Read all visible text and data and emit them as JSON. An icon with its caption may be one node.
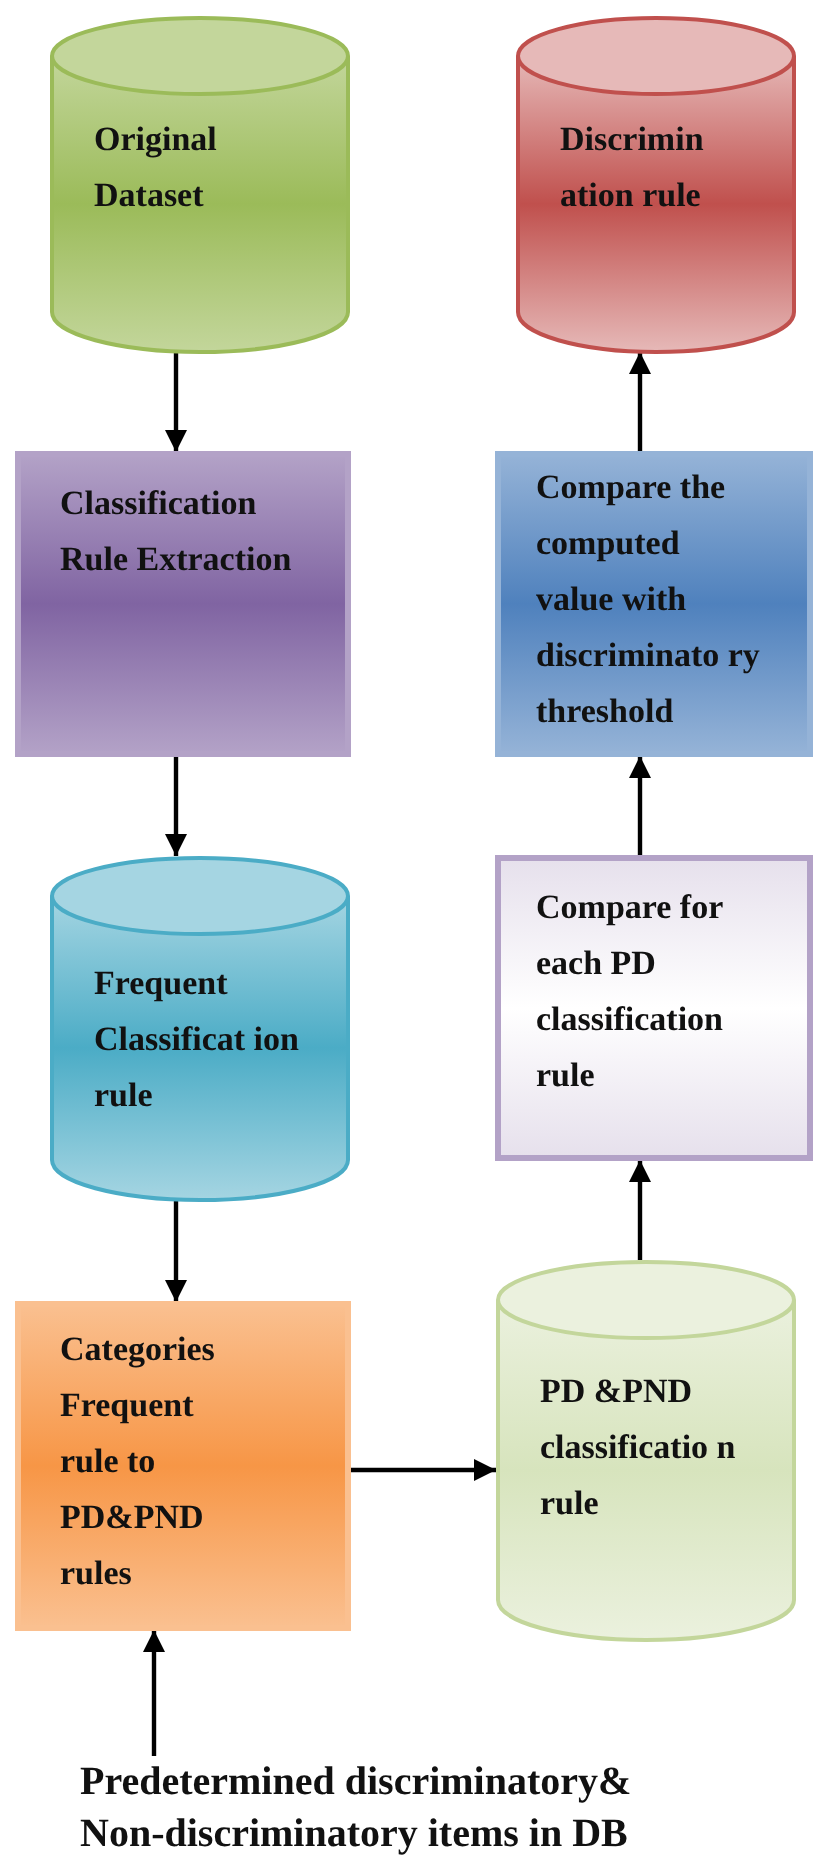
{
  "diagram": {
    "nodes": [
      {
        "text": [
          "Original Dataset"
        ]
      },
      {
        "text": [
          "Classification Rule Extraction"
        ]
      },
      {
        "text": [
          "Frequent Classificat ion rule"
        ]
      },
      {
        "text": [
          "Categories Frequent rule to PD&PND rules"
        ]
      },
      {
        "text": [
          "Predetermined discriminatory& Non-discriminatory items in DB"
        ]
      },
      {
        "text": [
          "PD &PND classificatio n rule"
        ]
      },
      {
        "text": [
          "Compare for each PD classification rule"
        ]
      },
      {
        "text": [
          "Compare the computed value with discriminato ry threshold"
        ]
      },
      {
        "text": [
          "Discrimin ation rule"
        ]
      }
    ],
    "edges": [
      {
        "from": 0,
        "to": 1,
        "arrow": "to"
      },
      {
        "from": 1,
        "to": 2,
        "arrow": "to"
      },
      {
        "from": 2,
        "to": 3,
        "arrow": "to"
      },
      {
        "from": 4,
        "to": 3,
        "arrow": "to"
      },
      {
        "from": 3,
        "to": 5,
        "arrow": "to"
      },
      {
        "from": 5,
        "to": 6,
        "arrow": "to"
      },
      {
        "from": 6,
        "to": 7,
        "arrow": "to"
      },
      {
        "from": 7,
        "to": 8,
        "arrow": "to"
      }
    ]
  }
}
